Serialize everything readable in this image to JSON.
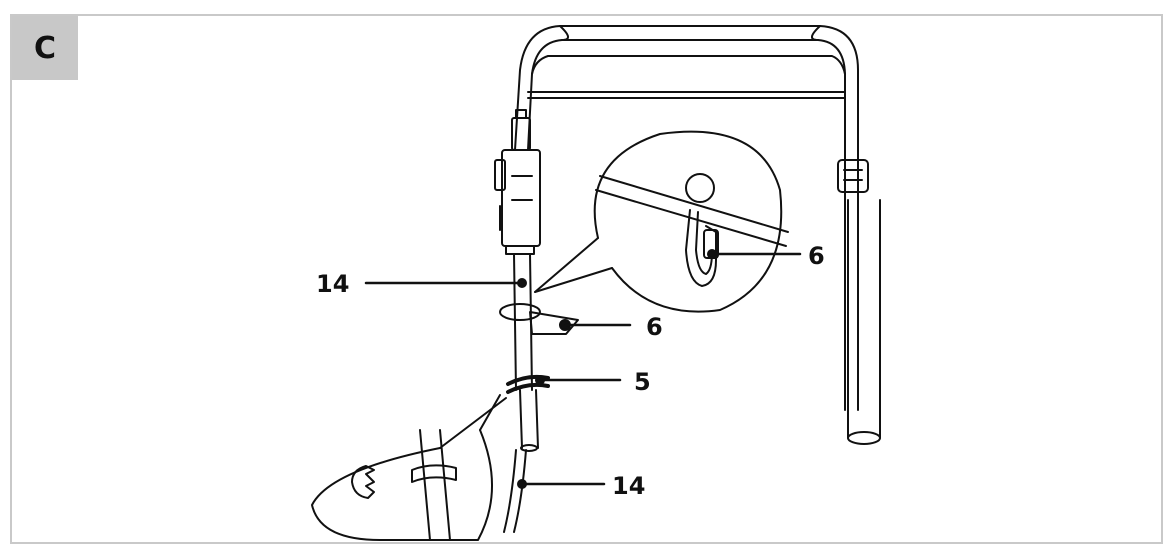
{
  "panel": {
    "label": "C"
  },
  "callouts": {
    "top_left": "14",
    "bottom": "14",
    "detail_clip": "6",
    "clip": "6",
    "tie": "5"
  },
  "colors": {
    "ink": "#111111",
    "frame": "#c9c9c9",
    "tag_bg": "#c8c8c8"
  }
}
